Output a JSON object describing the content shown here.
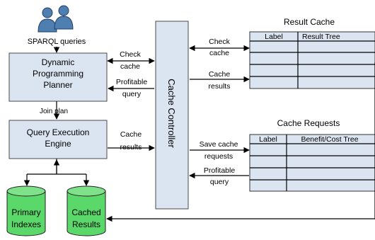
{
  "users_label": "SPARQL queries",
  "planner": {
    "line1": "Dynamic",
    "line2": "Programming",
    "line3": "Planner"
  },
  "join_plan": "Join plan",
  "engine": {
    "line1": "Query Execution",
    "line2": "Engine"
  },
  "controller": "Cache Controller",
  "planner_arrows": {
    "check_cache_1": "Check",
    "check_cache_2": "cache",
    "profitable_1": "Profitable",
    "profitable_2": "query"
  },
  "engine_arrow": {
    "line1": "Cache",
    "line2": "results"
  },
  "right_upper": {
    "check_1": "Check",
    "check_2": "cache",
    "results_1": "Cache",
    "results_2": "results"
  },
  "right_lower": {
    "save_1": "Save cache",
    "save_2": "requests",
    "profitable_1": "Profitable",
    "profitable_2": "query"
  },
  "result_cache": {
    "title": "Result Cache",
    "headers": [
      "Label",
      "Result Tree"
    ]
  },
  "cache_requests": {
    "title": "Cache Requests",
    "headers": [
      "Label",
      "Benefit/Cost Tree"
    ]
  },
  "primary": {
    "line1": "Primary",
    "line2": "Indexes"
  },
  "cached": {
    "line1": "Cached",
    "line2": "Results"
  },
  "colors": {
    "box_fill": "#dbe5f1",
    "db_fill": "#5ad86a",
    "user_icon": "#4f7fb0"
  }
}
